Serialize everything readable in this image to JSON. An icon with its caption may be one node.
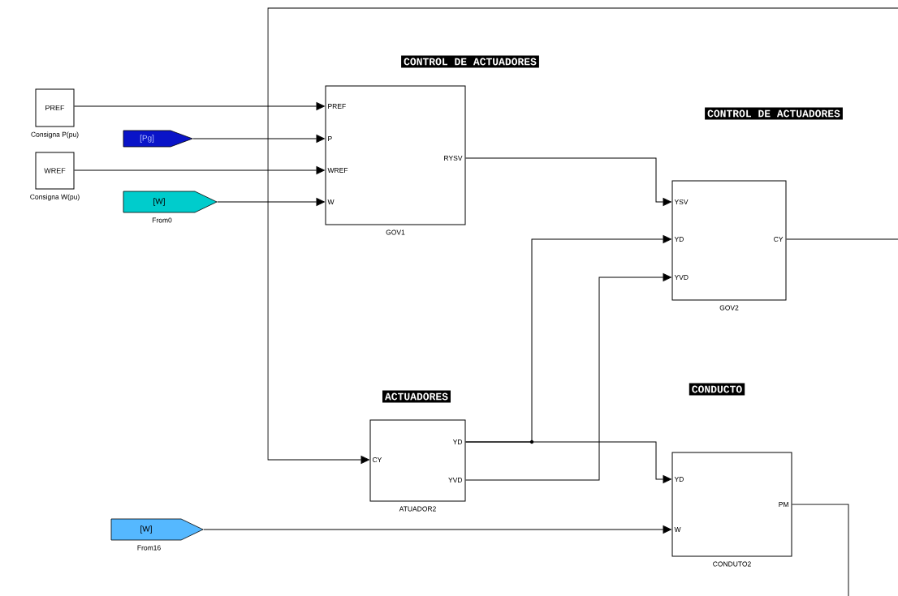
{
  "diagram": {
    "nodes": [
      {
        "text": [
          "PREF"
        ],
        "beside": [
          "Consigna P(pu)"
        ]
      },
      {
        "text": [
          "[Pg]"
        ]
      },
      {
        "text": [
          "WREF"
        ],
        "beside": [
          "Consigna W(pu)"
        ]
      },
      {
        "text": [
          "[W]"
        ],
        "beside": [
          "From0"
        ]
      },
      {
        "text": [
          "PREF",
          "P",
          "WREF",
          "W",
          "RYSV"
        ],
        "beside": [
          "GOV1"
        ]
      },
      {
        "text": [
          "YSV",
          "YD",
          "YVD",
          "CY"
        ],
        "beside": [
          "GOV2"
        ]
      },
      {
        "text": [
          "CY",
          "YD",
          "YVD"
        ],
        "beside": [
          "ATUADOR2"
        ]
      },
      {
        "text": [
          "[W]"
        ],
        "beside": [
          "From16"
        ]
      },
      {
        "text": [
          "YD",
          "W",
          "PM"
        ],
        "beside": [
          "CONDUTO2"
        ]
      }
    ],
    "edges": [
      {
        "from": 0,
        "to": 4,
        "arrow": "to"
      },
      {
        "from": 1,
        "to": 4,
        "arrow": "to"
      },
      {
        "from": 2,
        "to": 4,
        "arrow": "to"
      },
      {
        "from": 3,
        "to": 4,
        "arrow": "to"
      },
      {
        "from": 4,
        "to": 5,
        "arrow": "to"
      },
      {
        "from": 5,
        "to": null,
        "arrow": "none"
      },
      {
        "from": null,
        "to": 6,
        "arrow": "to"
      },
      {
        "from": 6,
        "to": 5,
        "arrow": "to"
      },
      {
        "from": 6,
        "to": 8,
        "arrow": "to"
      },
      {
        "from": 6,
        "to": 5,
        "arrow": "to"
      },
      {
        "from": 7,
        "to": 8,
        "arrow": "to"
      },
      {
        "from": 8,
        "to": null,
        "arrow": "none"
      }
    ],
    "labels": [
      "CONTROL DE ACTUADORES",
      "CONTROL DE ACTUADORES",
      "ACTUADORES",
      "CONDUCTO"
    ]
  }
}
